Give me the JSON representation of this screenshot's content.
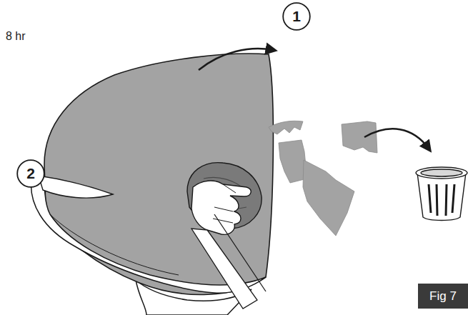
{
  "diagram": {
    "nodes": [
      {
        "text": [
          "1"
        ]
      },
      {
        "text": [
          "2"
        ]
      },
      {
        "text": [
          "Fig 7"
        ]
      }
    ],
    "labels": [
      "8 hr"
    ]
  }
}
